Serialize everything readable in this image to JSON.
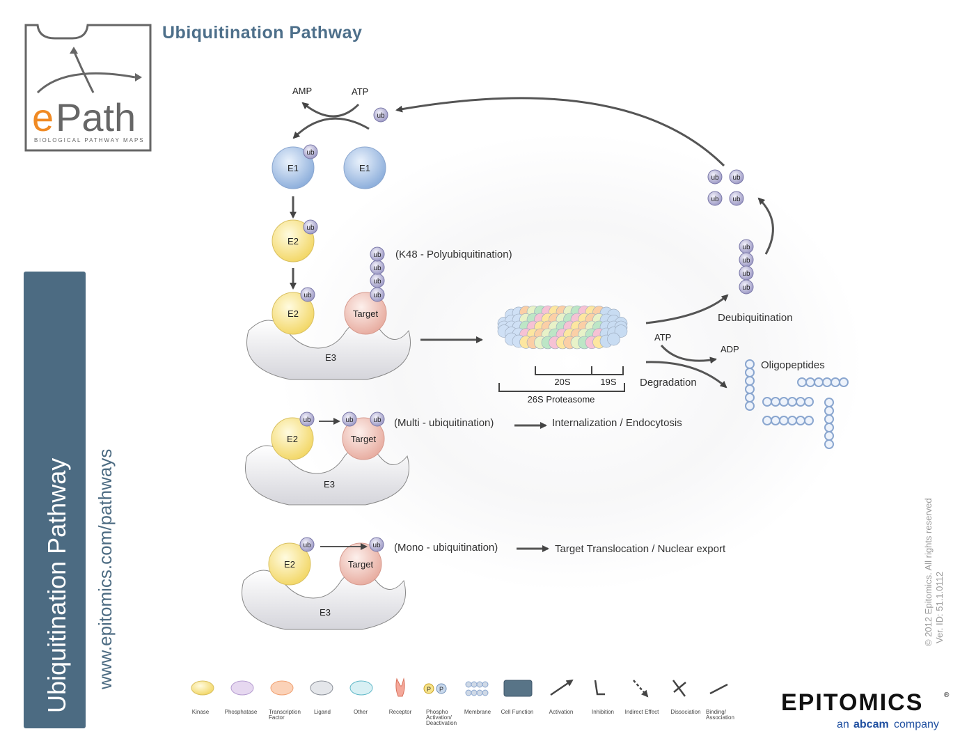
{
  "title": "Ubiquitination Pathway",
  "logo": {
    "main_e": "e",
    "main_rest": "Path",
    "subtitle": "BIOLOGICAL PATHWAY MAPS"
  },
  "side_banner": {
    "title": "Ubiquitination Pathway",
    "url": "www.epitomics.com/pathways"
  },
  "copyright": {
    "line1": "© 2012 Epitomics. All rights reserved",
    "line2": "Ver. ID: 51.1.0112"
  },
  "diagram": {
    "amp": "AMP",
    "atp_top": "ATP",
    "ub": "ub",
    "e1": "E1",
    "e2": "E2",
    "e3": "E3",
    "target": "Target",
    "poly_label": "(K48 - Polyubiquitination)",
    "multi_label": "(Multi - ubiquitination)",
    "mono_label": "(Mono - ubiquitination)",
    "internalization": "Internalization / Endocytosis",
    "translocation": "Target Translocation / Nuclear export",
    "proteasome_20s": "20S",
    "proteasome_19s": "19S",
    "proteasome_26s": "26S Proteasome",
    "atp_right": "ATP",
    "adp": "ADP",
    "deubiquitination": "Deubiquitination",
    "degradation": "Degradation",
    "oligopeptides": "Oligopeptides"
  },
  "legend": [
    {
      "label": "Kinase",
      "icon": "kinase-icon"
    },
    {
      "label": "Phosphatase",
      "icon": "phosphatase-icon"
    },
    {
      "label": "Transcription Factor",
      "icon": "transcription-factor-icon"
    },
    {
      "label": "Ligand",
      "icon": "ligand-icon"
    },
    {
      "label": "Other",
      "icon": "other-icon"
    },
    {
      "label": "Receptor",
      "icon": "receptor-icon"
    },
    {
      "label": "Phospho Activation/ Deactivation",
      "icon": "phospho-icon",
      "glyph": "P"
    },
    {
      "label": "Membrane",
      "icon": "membrane-icon"
    },
    {
      "label": "Cell Function",
      "icon": "cell-function-icon"
    },
    {
      "label": "Activation",
      "icon": "activation-icon"
    },
    {
      "label": "Inhibition",
      "icon": "inhibition-icon"
    },
    {
      "label": "Indirect Effect",
      "icon": "indirect-effect-icon"
    },
    {
      "label": "Dissociation",
      "icon": "dissociation-icon"
    },
    {
      "label": "Binding/ Association",
      "icon": "binding-icon"
    }
  ],
  "company": {
    "name": "EPITOMICS",
    "tagline_pre": "an",
    "tagline_brand": "abcam",
    "tagline_post": "company",
    "registered": "®"
  },
  "colors": {
    "banner": "#4c6b82",
    "title": "#4d6f8a",
    "e1": "#a9c3e6",
    "e2": "#f6e38a",
    "target": "#f0c4bb",
    "ub": "#b9b6d8",
    "orange": "#f08a24",
    "abcam_blue": "#1f4fa0"
  }
}
